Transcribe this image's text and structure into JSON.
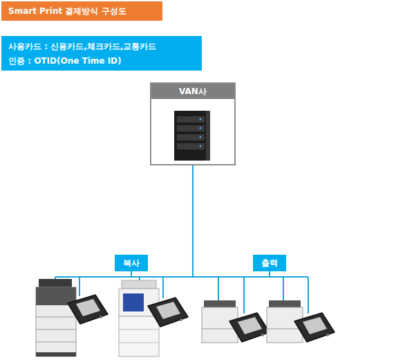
{
  "diagram": {
    "title": "Smart Print 결제방식 구성도",
    "nodes": [
      {
        "text": [
          "사용카드 : 신용카드,체크카드,교통카드",
          "인증 : OTID(One Time ID)"
        ]
      },
      {
        "text": [
          "VAN사"
        ]
      },
      {
        "text": [
          "복사"
        ]
      },
      {
        "text": [
          "출력"
        ]
      }
    ],
    "edges": [
      {
        "from": 1,
        "to": 2,
        "arrow": "none"
      },
      {
        "from": 1,
        "to": 3,
        "arrow": "none"
      }
    ]
  }
}
